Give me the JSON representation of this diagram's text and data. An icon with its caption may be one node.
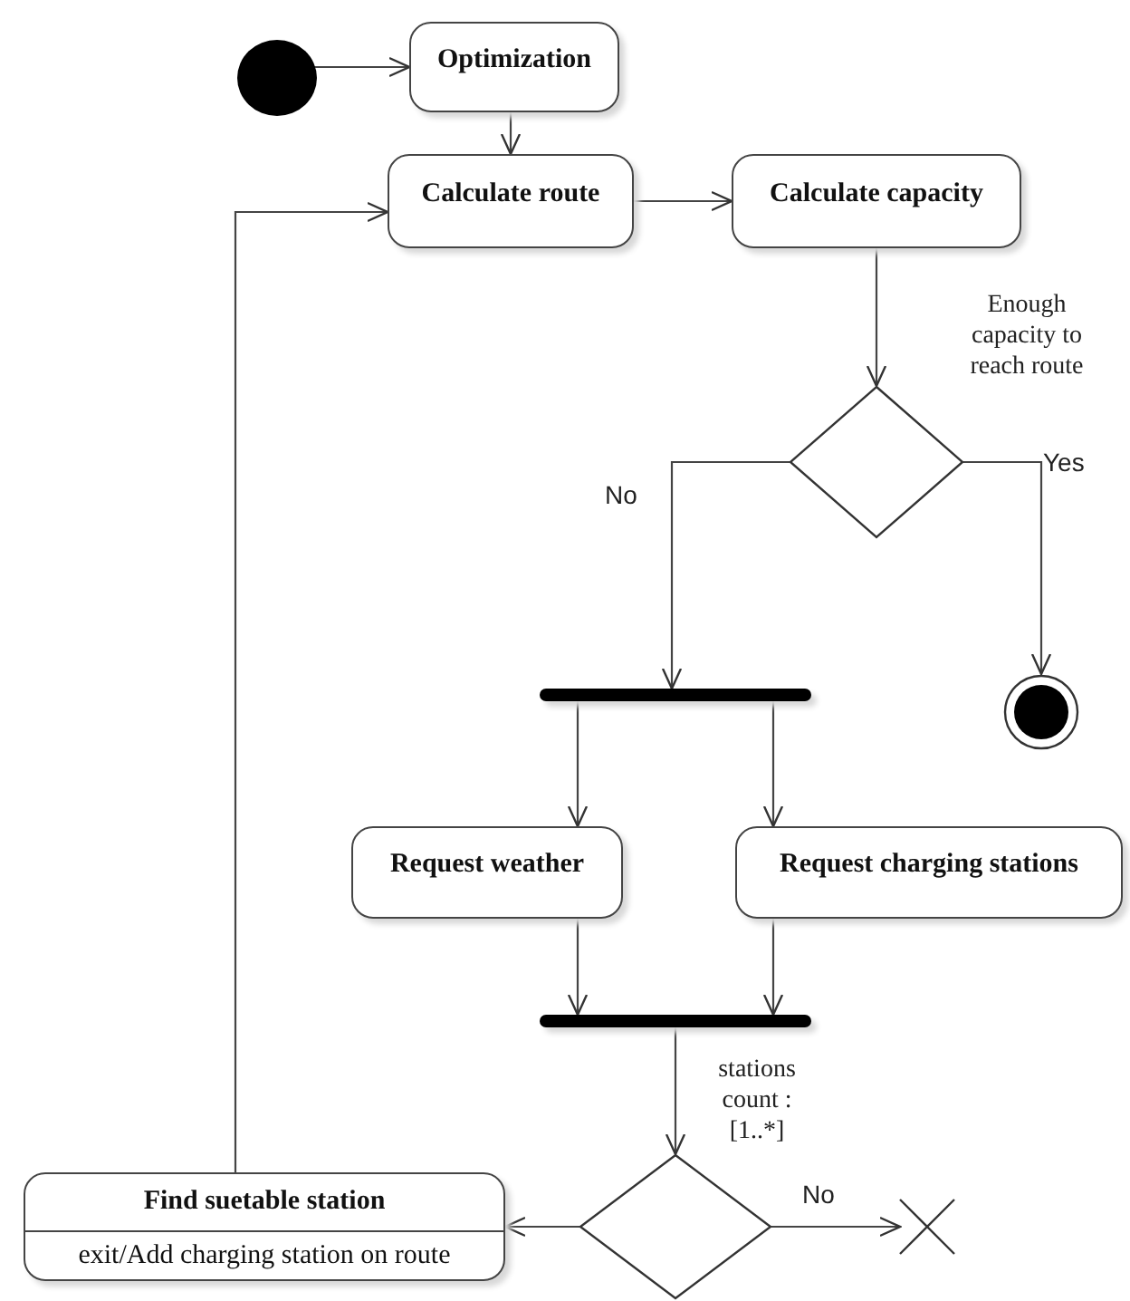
{
  "diagram": {
    "nodes": [
      {
        "text": [],
        "shape": "circle"
      },
      {
        "text": [
          "Optimization"
        ]
      },
      {
        "text": [
          "Calculate route"
        ]
      },
      {
        "text": [
          "Calculate capacity"
        ]
      },
      {
        "text": [],
        "shape": "diamond"
      },
      {
        "text": [],
        "shape": "bullseye"
      },
      {
        "text": [],
        "shape": "bar"
      },
      {
        "text": [
          "Request weather"
        ]
      },
      {
        "text": [
          "Request charging stations"
        ]
      },
      {
        "text": [],
        "shape": "bar"
      },
      {
        "text": [],
        "shape": "diamond"
      },
      {
        "text": [
          "Find suetable station",
          "exit/Add charging station on route"
        ]
      },
      {
        "text": [],
        "shape": "cross"
      }
    ],
    "edges": [
      {
        "from": 0,
        "to": 1,
        "arrow": "to"
      },
      {
        "from": 1,
        "to": 2,
        "arrow": "to"
      },
      {
        "from": 2,
        "to": 3,
        "arrow": "to"
      },
      {
        "from": 3,
        "to": 4,
        "arrow": "to",
        "label": "Enough capacity to reach route"
      },
      {
        "from": 4,
        "to": 6,
        "arrow": "to",
        "label": "No"
      },
      {
        "from": 4,
        "to": 5,
        "arrow": "to",
        "label": "Yes"
      },
      {
        "from": 6,
        "to": 7,
        "arrow": "to"
      },
      {
        "from": 6,
        "to": 8,
        "arrow": "to"
      },
      {
        "from": 7,
        "to": 9,
        "arrow": "to"
      },
      {
        "from": 8,
        "to": 9,
        "arrow": "to"
      },
      {
        "from": 9,
        "to": 10,
        "arrow": "to",
        "label": "stations count : [1..*]"
      },
      {
        "from": 10,
        "to": 11,
        "arrow": "to"
      },
      {
        "from": 10,
        "to": 12,
        "arrow": "to",
        "label": "No"
      },
      {
        "from": 11,
        "to": 2,
        "arrow": "to"
      }
    ]
  }
}
